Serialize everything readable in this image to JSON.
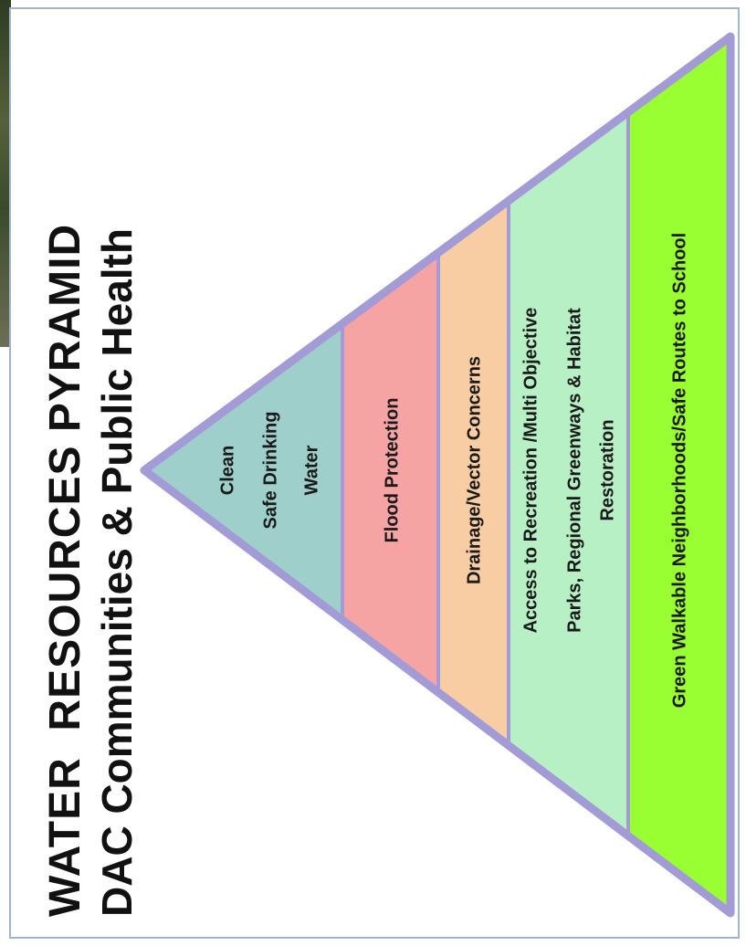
{
  "title": {
    "line1": "WATER  RESOURCES PYRAMID",
    "line2": "DAC Communities & Public Health"
  },
  "pyramid": {
    "outline_color": "#a29bd6",
    "tiers": [
      {
        "lines": [
          "Clean",
          "Safe Drinking",
          "Water"
        ],
        "color": "#9fcfcb"
      },
      {
        "lines": [
          "Flood Protection"
        ],
        "color": "#f6a3a3"
      },
      {
        "lines": [
          "Drainage/Vector Concerns"
        ],
        "color": "#f8cda3"
      },
      {
        "lines": [
          "Access to Recreation /Multi Objective",
          "Parks,  Regional Greenways & Habitat",
          "Restoration"
        ],
        "color": "#b8f0c6"
      },
      {
        "lines": [
          "Green Walkable Neighborhoods/Safe Routes to School"
        ],
        "color": "#99ff33"
      }
    ]
  }
}
